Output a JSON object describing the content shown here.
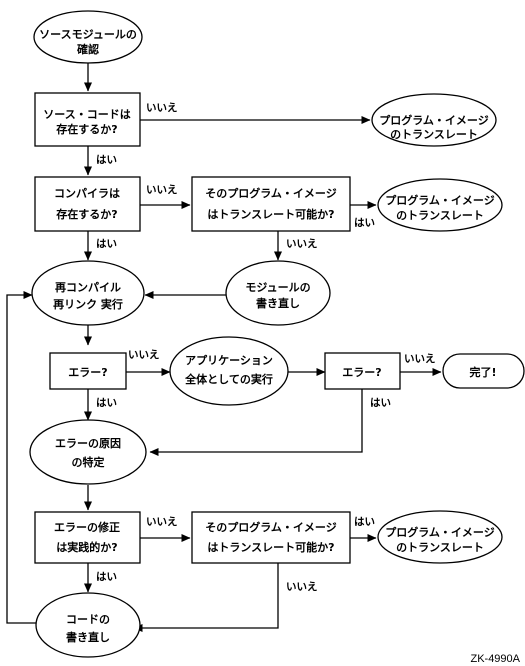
{
  "nodes": {
    "check_source": [
      "ソースモジュールの",
      "確認"
    ],
    "source_exists": [
      "ソース・コードは",
      "存在するか?"
    ],
    "translate_image_1": [
      "プログラム・イメージ",
      "のトランスレート"
    ],
    "compiler_exists": [
      "コンパイラは",
      "存在するか?"
    ],
    "can_translate_1": [
      "そのプログラム・イメージ",
      "はトランスレート可能か?"
    ],
    "translate_image_2": [
      "プログラム・イメージ",
      "のトランスレート"
    ],
    "recompile": [
      "再コンパイル",
      "再リンク 実行"
    ],
    "rewrite_module": [
      "モジュールの",
      "書き直し"
    ],
    "error_1": [
      "エラー?"
    ],
    "run_app": [
      "アプリケーション",
      "全体としての実行"
    ],
    "error_2": [
      "エラー?"
    ],
    "done": [
      "完了!"
    ],
    "identify_cause": [
      "エラーの原因",
      "の特定"
    ],
    "fix_practical": [
      "エラーの修正",
      "は実践的か?"
    ],
    "can_translate_2": [
      "そのプログラム・イメージ",
      "はトランスレート可能か?"
    ],
    "translate_image_3": [
      "プログラム・イメージ",
      "のトランスレート"
    ],
    "rewrite_code": [
      "コードの",
      "書き直し"
    ]
  },
  "labels": {
    "yes": "はい",
    "no": "いいえ"
  },
  "figure_id": "ZK-4990A"
}
